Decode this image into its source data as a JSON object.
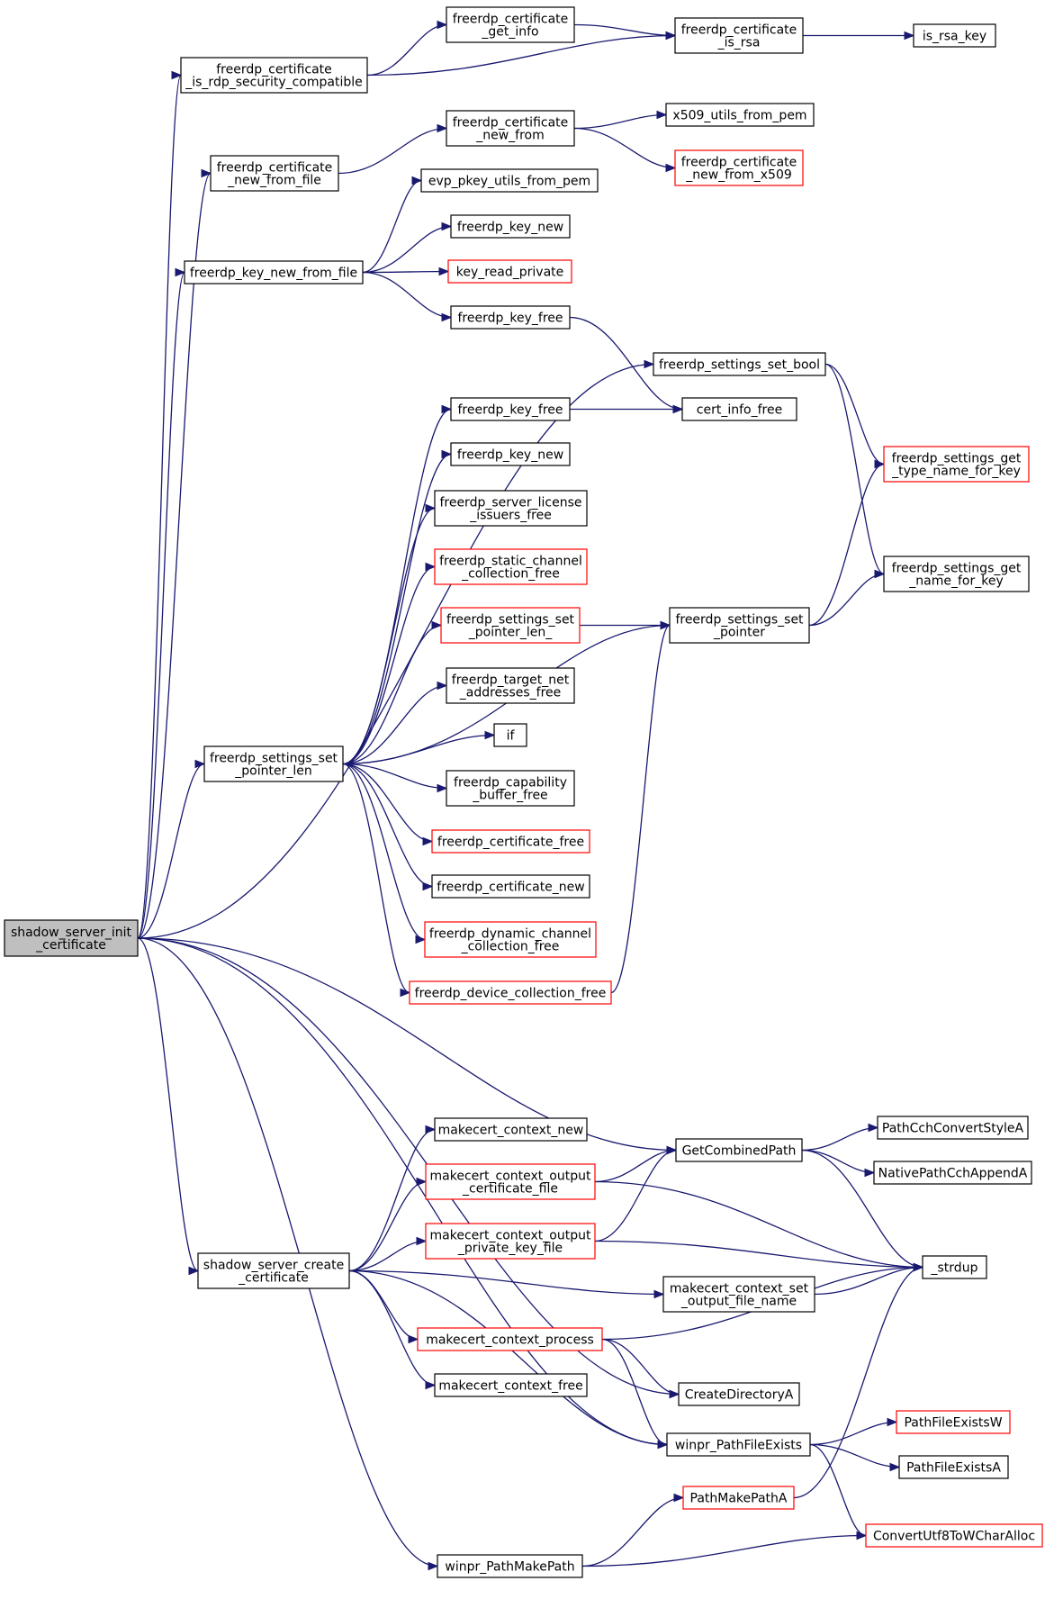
{
  "colors": {
    "edge": "#191970",
    "border_normal": "#000000",
    "border_truncated": "#ff0000",
    "root_fill": "#bfbfbf"
  },
  "nodes": [
    {
      "id": "root",
      "lines": [
        "shadow_server_init",
        "_certificate"
      ],
      "style": "root"
    },
    {
      "id": "is_rdp",
      "lines": [
        "freerdp_certificate",
        "_is_rdp_security_compatible"
      ],
      "style": "normal"
    },
    {
      "id": "get_info",
      "lines": [
        "freerdp_certificate",
        "_get_info"
      ],
      "style": "normal"
    },
    {
      "id": "is_rsa",
      "lines": [
        "freerdp_certificate",
        "_is_rsa"
      ],
      "style": "normal"
    },
    {
      "id": "is_rsa_key",
      "lines": [
        "is_rsa_key"
      ],
      "style": "normal"
    },
    {
      "id": "cert_new_from_file",
      "lines": [
        "freerdp_certificate",
        "_new_from_file"
      ],
      "style": "normal"
    },
    {
      "id": "cert_new_from",
      "lines": [
        "freerdp_certificate",
        "_new_from"
      ],
      "style": "normal"
    },
    {
      "id": "x509_from_pem",
      "lines": [
        "x509_utils_from_pem"
      ],
      "style": "normal"
    },
    {
      "id": "cert_new_from_x509",
      "lines": [
        "freerdp_certificate",
        "_new_from_x509"
      ],
      "style": "red"
    },
    {
      "id": "evp_pkey",
      "lines": [
        "evp_pkey_utils_from_pem"
      ],
      "style": "normal"
    },
    {
      "id": "key_new_from_file",
      "lines": [
        "freerdp_key_new_from_file"
      ],
      "style": "normal"
    },
    {
      "id": "key_new_a",
      "lines": [
        "freerdp_key_new"
      ],
      "style": "normal"
    },
    {
      "id": "key_read_private",
      "lines": [
        "key_read_private"
      ],
      "style": "red"
    },
    {
      "id": "key_free_a",
      "lines": [
        "freerdp_key_free"
      ],
      "style": "normal"
    },
    {
      "id": "settings_set_bool",
      "lines": [
        "freerdp_settings_set_bool"
      ],
      "style": "normal"
    },
    {
      "id": "key_free_b",
      "lines": [
        "freerdp_key_free"
      ],
      "style": "normal"
    },
    {
      "id": "cert_info_free",
      "lines": [
        "cert_info_free"
      ],
      "style": "normal"
    },
    {
      "id": "get_type_name",
      "lines": [
        "freerdp_settings_get",
        "_type_name_for_key"
      ],
      "style": "red"
    },
    {
      "id": "key_new_b",
      "lines": [
        "freerdp_key_new"
      ],
      "style": "normal"
    },
    {
      "id": "license_free",
      "lines": [
        "freerdp_server_license",
        "_issuers_free"
      ],
      "style": "normal"
    },
    {
      "id": "get_name",
      "lines": [
        "freerdp_settings_get",
        "_name_for_key"
      ],
      "style": "normal"
    },
    {
      "id": "static_channel",
      "lines": [
        "freerdp_static_channel",
        "_collection_free"
      ],
      "style": "red"
    },
    {
      "id": "set_pointer_len_",
      "lines": [
        "freerdp_settings_set",
        "_pointer_len_"
      ],
      "style": "red"
    },
    {
      "id": "set_pointer",
      "lines": [
        "freerdp_settings_set",
        "_pointer"
      ],
      "style": "normal"
    },
    {
      "id": "target_net",
      "lines": [
        "freerdp_target_net",
        "_addresses_free"
      ],
      "style": "normal"
    },
    {
      "id": "if",
      "lines": [
        "if"
      ],
      "style": "normal"
    },
    {
      "id": "set_pointer_len",
      "lines": [
        "freerdp_settings_set",
        "_pointer_len"
      ],
      "style": "normal"
    },
    {
      "id": "capability",
      "lines": [
        "freerdp_capability",
        "_buffer_free"
      ],
      "style": "normal"
    },
    {
      "id": "cert_free",
      "lines": [
        "freerdp_certificate_free"
      ],
      "style": "red"
    },
    {
      "id": "cert_new",
      "lines": [
        "freerdp_certificate_new"
      ],
      "style": "normal"
    },
    {
      "id": "dynamic_channel",
      "lines": [
        "freerdp_dynamic_channel",
        "_collection_free"
      ],
      "style": "red"
    },
    {
      "id": "device_collection",
      "lines": [
        "freerdp_device_collection_free"
      ],
      "style": "red"
    },
    {
      "id": "mc_context_new",
      "lines": [
        "makecert_context_new"
      ],
      "style": "normal"
    },
    {
      "id": "get_combined_path",
      "lines": [
        "GetCombinedPath"
      ],
      "style": "normal"
    },
    {
      "id": "path_cch_convert",
      "lines": [
        "PathCchConvertStyleA"
      ],
      "style": "normal"
    },
    {
      "id": "mc_output_cert",
      "lines": [
        "makecert_context_output",
        "_certificate_file"
      ],
      "style": "red"
    },
    {
      "id": "native_path_append",
      "lines": [
        "NativePathCchAppendA"
      ],
      "style": "normal"
    },
    {
      "id": "mc_output_key",
      "lines": [
        "makecert_context_output",
        "_private_key_file"
      ],
      "style": "red"
    },
    {
      "id": "create_cert",
      "lines": [
        "shadow_server_create",
        "_certificate"
      ],
      "style": "normal"
    },
    {
      "id": "strdup",
      "lines": [
        "_strdup"
      ],
      "style": "normal"
    },
    {
      "id": "mc_set_output",
      "lines": [
        "makecert_context_set",
        "_output_file_name"
      ],
      "style": "normal"
    },
    {
      "id": "mc_process",
      "lines": [
        "makecert_context_process"
      ],
      "style": "red"
    },
    {
      "id": "mc_free",
      "lines": [
        "makecert_context_free"
      ],
      "style": "normal"
    },
    {
      "id": "create_dir",
      "lines": [
        "CreateDirectoryA"
      ],
      "style": "normal"
    },
    {
      "id": "path_exists_w",
      "lines": [
        "PathFileExistsW"
      ],
      "style": "red"
    },
    {
      "id": "winpr_path_exists",
      "lines": [
        "winpr_PathFileExists"
      ],
      "style": "normal"
    },
    {
      "id": "path_exists_a",
      "lines": [
        "PathFileExistsA"
      ],
      "style": "normal"
    },
    {
      "id": "path_make_a",
      "lines": [
        "PathMakePathA"
      ],
      "style": "red"
    },
    {
      "id": "convert_utf8",
      "lines": [
        "ConvertUtf8ToWCharAlloc"
      ],
      "style": "red"
    },
    {
      "id": "winpr_make_path",
      "lines": [
        "winpr_PathMakePath"
      ],
      "style": "normal"
    }
  ],
  "edges": [
    [
      "root",
      "is_rdp"
    ],
    [
      "root",
      "cert_new_from_file"
    ],
    [
      "root",
      "key_new_from_file"
    ],
    [
      "root",
      "settings_set_bool"
    ],
    [
      "root",
      "set_pointer_len"
    ],
    [
      "root",
      "get_combined_path"
    ],
    [
      "root",
      "create_cert"
    ],
    [
      "root",
      "create_dir"
    ],
    [
      "root",
      "winpr_path_exists"
    ],
    [
      "root",
      "winpr_make_path"
    ],
    [
      "is_rdp",
      "get_info"
    ],
    [
      "is_rdp",
      "is_rsa"
    ],
    [
      "get_info",
      "is_rsa"
    ],
    [
      "is_rsa",
      "is_rsa_key"
    ],
    [
      "cert_new_from_file",
      "cert_new_from"
    ],
    [
      "cert_new_from",
      "x509_from_pem"
    ],
    [
      "cert_new_from",
      "cert_new_from_x509"
    ],
    [
      "key_new_from_file",
      "evp_pkey"
    ],
    [
      "key_new_from_file",
      "key_new_a"
    ],
    [
      "key_new_from_file",
      "key_read_private"
    ],
    [
      "key_new_from_file",
      "key_free_a"
    ],
    [
      "key_free_a",
      "cert_info_free"
    ],
    [
      "settings_set_bool",
      "get_type_name"
    ],
    [
      "settings_set_bool",
      "get_name"
    ],
    [
      "key_free_b",
      "cert_info_free"
    ],
    [
      "set_pointer_len",
      "key_free_b"
    ],
    [
      "set_pointer_len",
      "key_new_b"
    ],
    [
      "set_pointer_len",
      "license_free"
    ],
    [
      "set_pointer_len",
      "static_channel"
    ],
    [
      "set_pointer_len",
      "set_pointer_len_"
    ],
    [
      "set_pointer_len",
      "target_net"
    ],
    [
      "set_pointer_len",
      "if"
    ],
    [
      "set_pointer_len",
      "capability"
    ],
    [
      "set_pointer_len",
      "cert_free"
    ],
    [
      "set_pointer_len",
      "cert_new"
    ],
    [
      "set_pointer_len",
      "dynamic_channel"
    ],
    [
      "set_pointer_len",
      "device_collection"
    ],
    [
      "set_pointer_len",
      "set_pointer"
    ],
    [
      "set_pointer_len_",
      "set_pointer"
    ],
    [
      "set_pointer",
      "get_type_name"
    ],
    [
      "set_pointer",
      "get_name"
    ],
    [
      "device_collection",
      "set_pointer"
    ],
    [
      "get_combined_path",
      "path_cch_convert"
    ],
    [
      "get_combined_path",
      "native_path_append"
    ],
    [
      "get_combined_path",
      "strdup"
    ],
    [
      "create_cert",
      "mc_context_new"
    ],
    [
      "create_cert",
      "mc_output_cert"
    ],
    [
      "create_cert",
      "mc_output_key"
    ],
    [
      "create_cert",
      "mc_set_output"
    ],
    [
      "create_cert",
      "mc_process"
    ],
    [
      "create_cert",
      "mc_free"
    ],
    [
      "create_cert",
      "winpr_path_exists"
    ],
    [
      "mc_output_cert",
      "get_combined_path"
    ],
    [
      "mc_output_cert",
      "strdup"
    ],
    [
      "mc_output_key",
      "get_combined_path"
    ],
    [
      "mc_output_key",
      "strdup"
    ],
    [
      "mc_set_output",
      "strdup"
    ],
    [
      "mc_process",
      "strdup"
    ],
    [
      "mc_process",
      "create_dir"
    ],
    [
      "mc_process",
      "winpr_path_exists"
    ],
    [
      "winpr_path_exists",
      "path_exists_w"
    ],
    [
      "winpr_path_exists",
      "path_exists_a"
    ],
    [
      "winpr_path_exists",
      "convert_utf8"
    ],
    [
      "path_make_a",
      "strdup"
    ],
    [
      "winpr_make_path",
      "path_make_a"
    ],
    [
      "winpr_make_path",
      "convert_utf8"
    ]
  ]
}
